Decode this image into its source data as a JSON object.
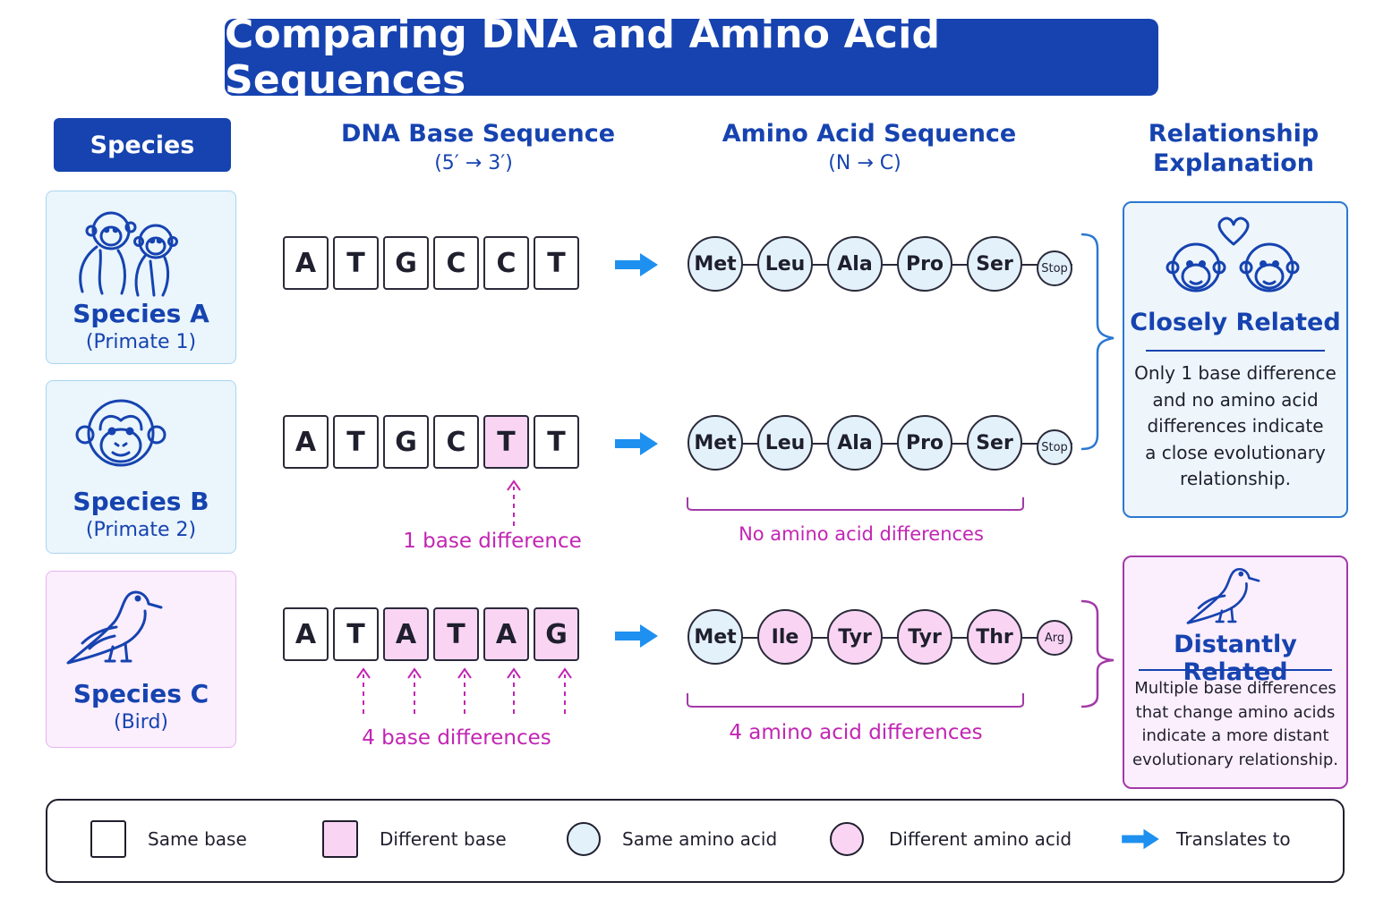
{
  "title": "Comparing DNA and Amino Acid Sequences",
  "headers": {
    "species": "Species",
    "dna": "DNA Base Sequence",
    "dna_sub": "(5′ → 3′)",
    "aa": "Amino Acid Sequence",
    "aa_sub": "(N → C)",
    "relationship_line1": "Relationship",
    "relationship_line2": "Explanation"
  },
  "species": [
    {
      "name": "Species A",
      "sub": "(Primate 1)",
      "icon": "two-monkeys-icon"
    },
    {
      "name": "Species B",
      "sub": "(Primate 2)",
      "icon": "monkey-face-icon"
    },
    {
      "name": "Species C",
      "sub": "(Bird)",
      "icon": "bird-icon"
    }
  ],
  "rows": [
    {
      "bases": [
        {
          "b": "A",
          "diff": false
        },
        {
          "b": "T",
          "diff": false
        },
        {
          "b": "G",
          "diff": false
        },
        {
          "b": "C",
          "diff": false
        },
        {
          "b": "C",
          "diff": false
        },
        {
          "b": "T",
          "diff": false
        }
      ],
      "aminos": [
        {
          "a": "Met",
          "diff": false
        },
        {
          "a": "Leu",
          "diff": false
        },
        {
          "a": "Ala",
          "diff": false
        },
        {
          "a": "Pro",
          "diff": false
        },
        {
          "a": "Ser",
          "diff": false
        },
        {
          "a": "Stop",
          "diff": false
        }
      ]
    },
    {
      "bases": [
        {
          "b": "A",
          "diff": false
        },
        {
          "b": "T",
          "diff": false
        },
        {
          "b": "G",
          "diff": false
        },
        {
          "b": "C",
          "diff": false
        },
        {
          "b": "T",
          "diff": true
        },
        {
          "b": "T",
          "diff": false
        }
      ],
      "aminos": [
        {
          "a": "Met",
          "diff": false
        },
        {
          "a": "Leu",
          "diff": false
        },
        {
          "a": "Ala",
          "diff": false
        },
        {
          "a": "Pro",
          "diff": false
        },
        {
          "a": "Ser",
          "diff": false
        },
        {
          "a": "Stop",
          "diff": false
        }
      ]
    },
    {
      "bases": [
        {
          "b": "A",
          "diff": false
        },
        {
          "b": "T",
          "diff": false
        },
        {
          "b": "A",
          "diff": true
        },
        {
          "b": "T",
          "diff": true
        },
        {
          "b": "A",
          "diff": true
        },
        {
          "b": "G",
          "diff": true
        }
      ],
      "aminos": [
        {
          "a": "Met",
          "diff": false
        },
        {
          "a": "Ile",
          "diff": true
        },
        {
          "a": "Tyr",
          "diff": true
        },
        {
          "a": "Tyr",
          "diff": true
        },
        {
          "a": "Thr",
          "diff": true
        },
        {
          "a": "Arg",
          "diff": true
        }
      ]
    }
  ],
  "notes": {
    "row2_base": "1 base difference",
    "row2_aa": "No amino acid differences",
    "row3_base": "4 base differences",
    "row3_aa": "4 amino acid differences"
  },
  "relationships": {
    "close": {
      "title": "Closely Related",
      "lines": [
        "Only 1 base difference",
        "and no amino acid",
        "differences indicate",
        "a close evolutionary",
        "relationship."
      ],
      "icon": "two-monkeys-heart-icon"
    },
    "distant": {
      "title": "Distantly Related",
      "lines": [
        "Multiple base differences",
        "that change amino acids",
        "indicate a more distant",
        "evolutionary relationship."
      ],
      "icon": "bird-icon"
    }
  },
  "legend": {
    "same_base": "Same base",
    "different_base": "Different base",
    "same_aa": "Same amino acid",
    "different_aa": "Different amino acid",
    "translates": "Translates to"
  },
  "colors": {
    "primary_blue": "#1643b0",
    "difference_pink": "#f9d5f3",
    "same_aa_blue": "#e3f1fb",
    "annotation_magenta": "#c225b3",
    "arrow_blue": "#1e90f0"
  }
}
